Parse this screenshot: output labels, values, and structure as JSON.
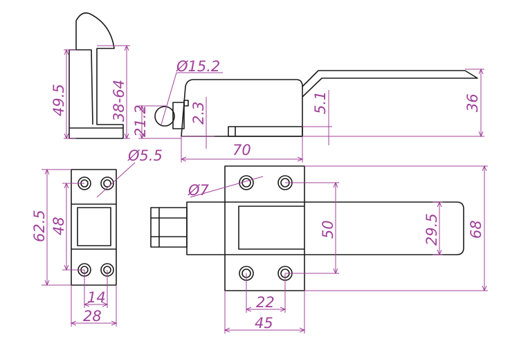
{
  "title": "Door latch technical drawing",
  "colors": {
    "dimension": "#a0409a",
    "outline": "#1a1a1a"
  },
  "dimensions": {
    "side_height": "49.5",
    "side_range": "38-64",
    "roller_diameter": "Ø15.2",
    "roller_height": "21.2",
    "offset_small": "2.3",
    "offset_right": "5.1",
    "total_height": "36",
    "body_length": "70",
    "hole_small": "Ø5.5",
    "hole_large": "Ø7",
    "strike_height": "62.5",
    "strike_hole_spacing": "48",
    "strike_hole_gap": "14",
    "strike_width": "28",
    "base_hole_spacing_v": "50",
    "lever_width": "29.5",
    "overall_height": "68",
    "base_hole_spacing_h": "22",
    "base_width": "45"
  }
}
